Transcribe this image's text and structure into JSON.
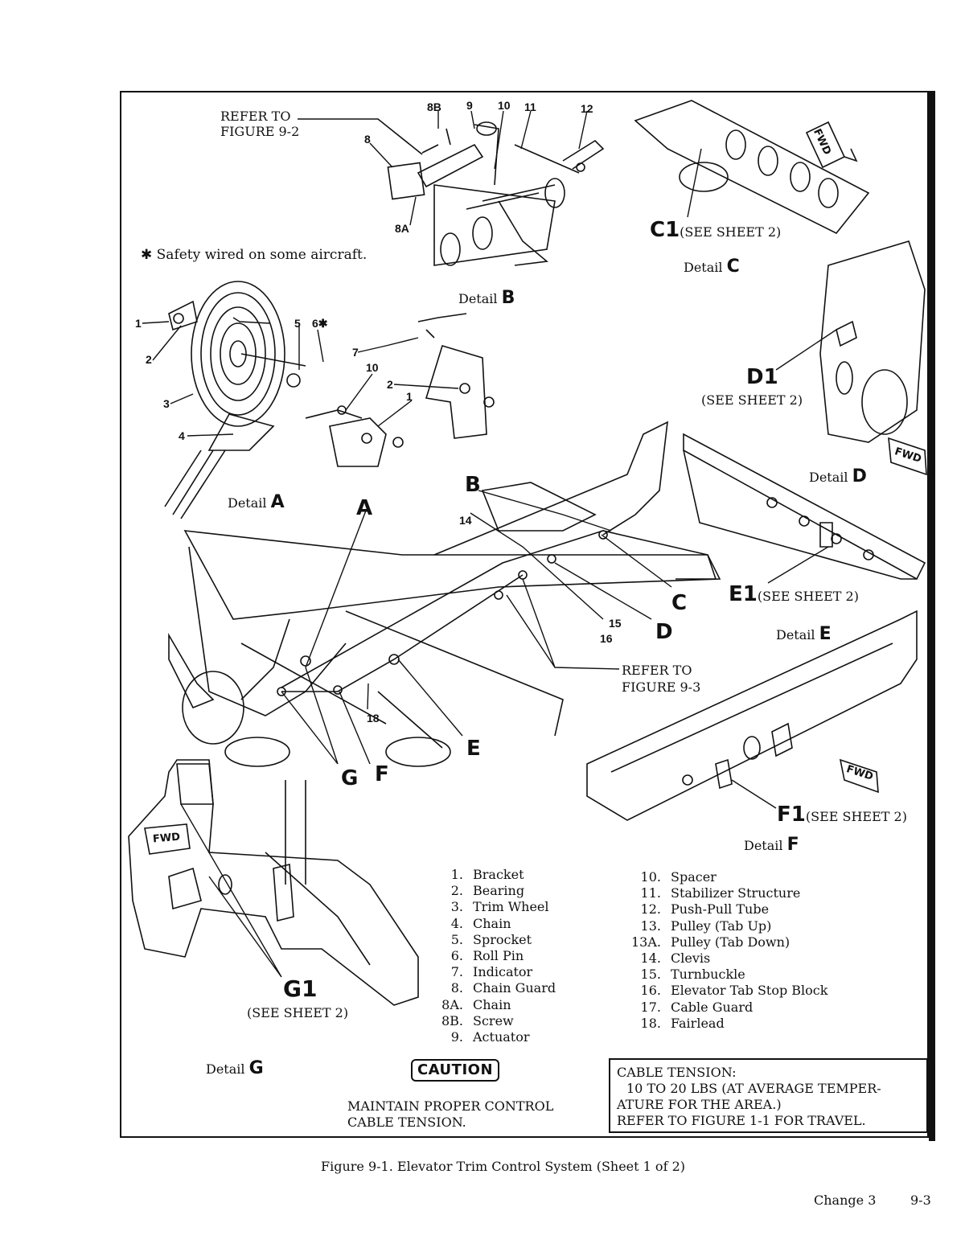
{
  "labels": {
    "refer_to_fig_9_2_line1": "REFER TO",
    "refer_to_fig_9_2_line2": "FIGURE 9-2",
    "safety_note": "Safety wired on some aircraft.",
    "refer_to_fig_9_3_line1": "REFER TO",
    "refer_to_fig_9_3_line2": "FIGURE 9-3",
    "c1_letter": "C1",
    "c1_note": "(SEE SHEET 2)",
    "d1_letter": "D1",
    "d1_note": "(SEE SHEET 2)",
    "e1_letter": "E1",
    "e1_note": "(SEE SHEET 2)",
    "f1_letter": "F1",
    "f1_note": "(SEE SHEET 2)",
    "g1_letter": "G1",
    "g1_note": "(SEE SHEET 2)",
    "fwd": "FWD"
  },
  "details": {
    "word": "Detail",
    "A": "A",
    "B": "B",
    "C": "C",
    "D": "D",
    "E": "E",
    "F": "F",
    "G": "G"
  },
  "callouts": {
    "A": "A",
    "B": "B",
    "C": "C",
    "D": "D",
    "E": "E",
    "F": "F",
    "G": "G"
  },
  "item_numbers": {
    "n8b": "8B",
    "n9": "9",
    "n10": "10",
    "n11": "11",
    "n12": "12",
    "n8": "8",
    "n8a": "8A",
    "n1": "1",
    "n2": "2",
    "n3": "3",
    "n4": "4",
    "n5": "5",
    "n6": "6",
    "n7": "7",
    "n10b": "10",
    "n2b": "2",
    "n1b": "1",
    "n14": "14",
    "n15": "15",
    "n16": "16",
    "n18": "18"
  },
  "parts_list_left": [
    {
      "n": "1.",
      "name": "Bracket"
    },
    {
      "n": "2.",
      "name": "Bearing"
    },
    {
      "n": "3.",
      "name": "Trim Wheel"
    },
    {
      "n": "4.",
      "name": "Chain"
    },
    {
      "n": "5.",
      "name": "Sprocket"
    },
    {
      "n": "6.",
      "name": "Roll Pin"
    },
    {
      "n": "7.",
      "name": "Indicator"
    },
    {
      "n": "8.",
      "name": "Chain Guard"
    },
    {
      "n": "8A.",
      "name": "Chain"
    },
    {
      "n": "8B.",
      "name": "Screw"
    },
    {
      "n": "9.",
      "name": "Actuator"
    }
  ],
  "parts_list_right": [
    {
      "n": "10.",
      "name": "Spacer"
    },
    {
      "n": "11.",
      "name": "Stabilizer Structure"
    },
    {
      "n": "12.",
      "name": "Push-Pull Tube"
    },
    {
      "n": "13.",
      "name": "Pulley (Tab Up)"
    },
    {
      "n": "13A.",
      "name": "Pulley (Tab Down)"
    },
    {
      "n": "14.",
      "name": "Clevis"
    },
    {
      "n": "15.",
      "name": "Turnbuckle"
    },
    {
      "n": "16.",
      "name": "Elevator Tab Stop Block"
    },
    {
      "n": "17.",
      "name": "Cable Guard"
    },
    {
      "n": "18.",
      "name": "Fairlead"
    }
  ],
  "caution": {
    "badge": "CAUTION",
    "line1": "MAINTAIN PROPER CONTROL",
    "line2": "CABLE TENSION."
  },
  "tension": {
    "line1": "CABLE TENSION:",
    "line2": "10 TO 20 LBS (AT AVERAGE TEMPER-",
    "line3": "ATURE FOR THE AREA.)",
    "line4": "REFER TO FIGURE 1-1 FOR TRAVEL."
  },
  "caption": "Figure 9-1.  Elevator Trim Control System  (Sheet 1 of 2)",
  "footer": {
    "change": "Change 3",
    "page": "9-3"
  }
}
